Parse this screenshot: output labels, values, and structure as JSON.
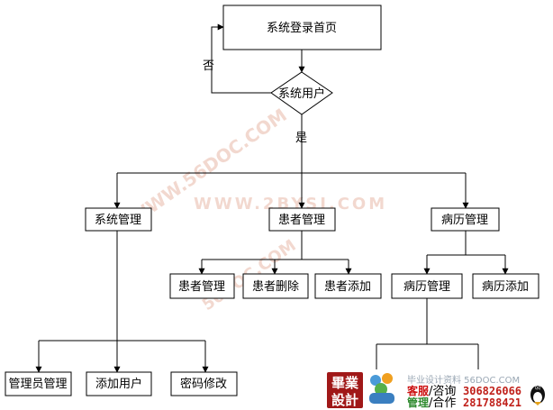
{
  "nodes": {
    "login": "系统登录首页",
    "decision": "系统用户",
    "system_mgmt": "系统管理",
    "patient_mgmt": "患者管理",
    "record_mgmt": "病历管理",
    "patient_mgmt_sub": "患者管理",
    "patient_delete": "患者删除",
    "patient_add": "患者添加",
    "record_mgmt_sub": "病历管理",
    "record_add": "病历添加",
    "admin_mgmt": "管理员管理",
    "add_user": "添加用户",
    "change_password": "密码修改"
  },
  "edges": {
    "no": "否",
    "yes": "是"
  },
  "watermark": {
    "line1": "WWW.56DOC.COM",
    "line2": "WWW.2BYSJ.COM",
    "line3": "56DOC.COM"
  },
  "ad": {
    "seal_top": "畢業",
    "seal_bottom": "設計",
    "site": "毕业设计资料 56DOC.COM",
    "service_red": "客服",
    "service_rest": "/咨询",
    "manage_green": "管理",
    "manage_rest": "/合作",
    "qq1": "306826066",
    "qq2": "281788421",
    "qq_text": "QQ"
  },
  "colors": {
    "line": "#000000",
    "watermark": "#e8b9a8",
    "seal": "#a01818"
  }
}
